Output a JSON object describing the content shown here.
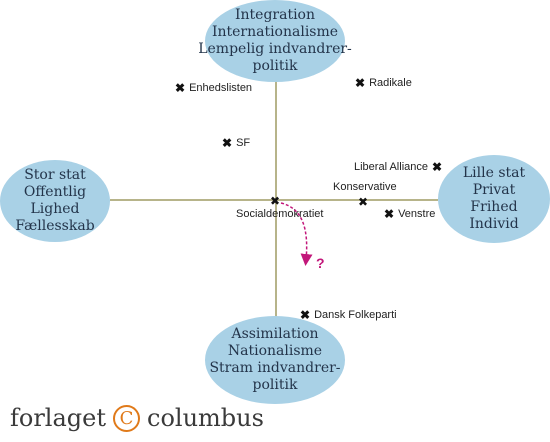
{
  "poles": {
    "top": [
      "Integration",
      "Internationalisme",
      "Lempelig indvandrer-",
      "politik"
    ],
    "bottom": [
      "Assimilation",
      "Nationalisme",
      "Stram indvandrer-",
      "politik"
    ],
    "left": [
      "Stor stat",
      "Offentlig",
      "Lighed",
      "Fællesskab"
    ],
    "right": [
      "Lille stat",
      "Privat",
      "Frihed",
      "Individ"
    ]
  },
  "parties": {
    "enhedslisten": "Enhedslisten",
    "radikale": "Radikale",
    "sf": "SF",
    "liberal_alliance": "Liberal Alliance",
    "konservative": "Konservative",
    "venstre": "Venstre",
    "socialdemokratiet": "Socialdemokratiet",
    "dansk_folkeparti": "Dansk Folkeparti"
  },
  "marker": "✖",
  "question_mark": "?",
  "arrow_color": "#c2177a",
  "ellipse_color": "#a9d1e6",
  "axis_color": "#b7b48a",
  "logo": {
    "left": "forlaget",
    "symbol": "C",
    "right": "columbus",
    "accent": "#e07a1a"
  }
}
